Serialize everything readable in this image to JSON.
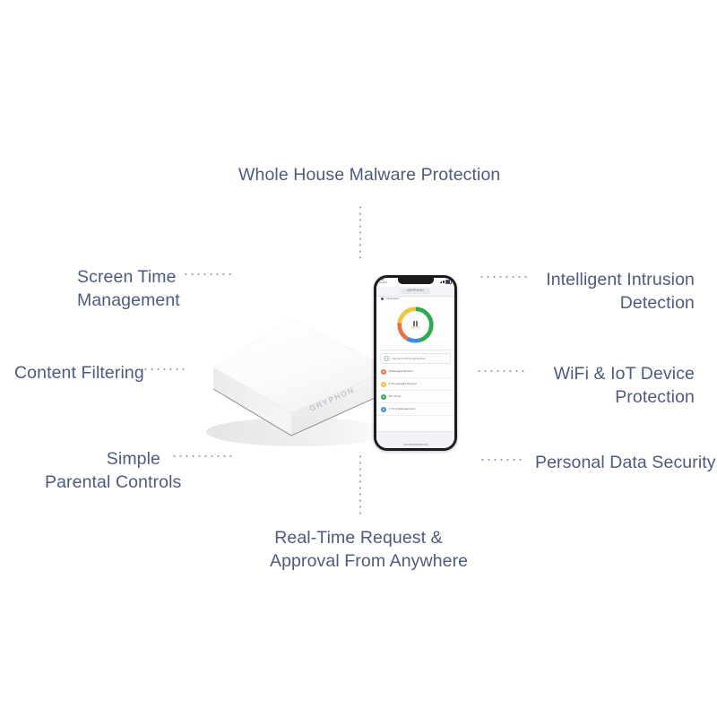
{
  "page": {
    "background": "#ffffff",
    "label_color": "#4e5a80",
    "connector_color": "#8e97b4"
  },
  "features": {
    "top": {
      "lines": [
        "Whole House Malware Protection"
      ]
    },
    "screen_time": {
      "lines": [
        "Screen Time",
        "Management"
      ]
    },
    "content_filtering": {
      "lines": [
        "Content Filtering"
      ]
    },
    "parental_controls": {
      "lines": [
        "Simple",
        "Parental Controls"
      ]
    },
    "intrusion": {
      "lines": [
        "Intelligent Intrusion",
        "Detection"
      ]
    },
    "wifi_iot": {
      "lines": [
        "WiFi & IoT Device",
        "Protection"
      ]
    },
    "personal_data": {
      "lines": [
        "Personal Data Security"
      ]
    },
    "bottom": {
      "lines": [
        "Real-Time Request &",
        "Approval From Anywhere"
      ]
    }
  },
  "router": {
    "brand": "GRYPHON",
    "body_color": "#ffffff",
    "top_face": "#f7f8f9",
    "front_face": "#ededee",
    "side_face": "#e2e3e5"
  },
  "phone": {
    "frame_color": "#1c1c1e",
    "status": {
      "time": "7:56",
      "carrier": "Gryphon",
      "battery": "100%"
    },
    "header_title": "GRYPHON",
    "network": {
      "label": "GP Router"
    },
    "donut": {
      "center_caption": "PAUSE",
      "segments": [
        {
          "name": "managed",
          "color": "#2fa84f",
          "percent": 45
        },
        {
          "name": "intrusion",
          "color": "#3c8dd4",
          "percent": 13
        },
        {
          "name": "unmanaged",
          "color": "#e8734a",
          "percent": 19
        },
        {
          "name": "things",
          "color": "#f2c33c",
          "percent": 23
        }
      ]
    },
    "pause_card": {
      "label": "Internet is ON for all devices"
    },
    "device_rows": [
      {
        "label": "8 Managed Devices",
        "color": "#e8734a"
      },
      {
        "label": "5 Unmanaged Devices",
        "color": "#f2c33c"
      },
      {
        "label": "26 Things",
        "color": "#2fa84f"
      },
      {
        "label": "3 TV & Entertainment",
        "color": "#3c8dd4"
      }
    ]
  }
}
